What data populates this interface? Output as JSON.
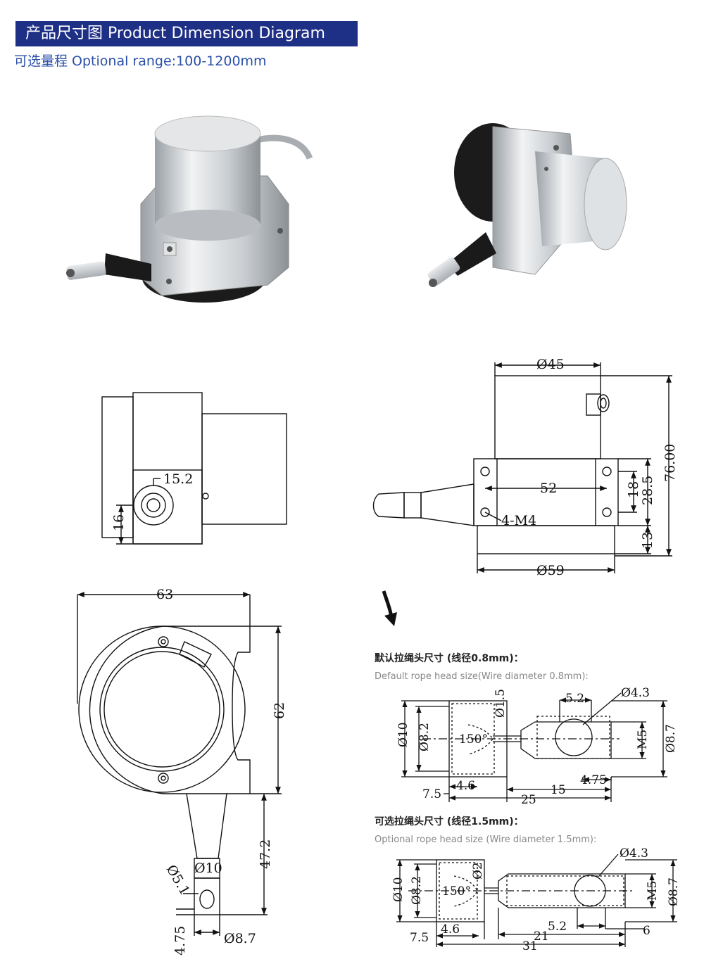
{
  "header": {
    "title": "产品尺寸图 Product Dimension Diagram",
    "range_label": "可选量程 Optional range:100-1200mm"
  },
  "colors": {
    "title_bg": "#1e2f86",
    "title_text": "#ffffff",
    "range_text": "#2a4fa8"
  },
  "side_view": {
    "dim_15_2": "15.2",
    "dim_16": "16"
  },
  "top_view": {
    "dim_45": "Ø45",
    "dim_52": "52",
    "dim_18": "18",
    "dim_28_5": "28.5",
    "dim_13": "13",
    "dim_76": "76.00",
    "dim_59": "Ø59",
    "hole_label": "4-M4"
  },
  "front_view": {
    "dim_63": "63",
    "dim_62": "62",
    "dim_47_2": "47.2",
    "dim_10": "Ø10",
    "dim_5_1": "Ø5.1",
    "dim_4_75": "4.75",
    "dim_8_7": "Ø8.7"
  },
  "default_head": {
    "title": "默认拉绳头尺寸 (线径0.8mm)：",
    "subtitle": "Default rope head size(Wire diameter 0.8mm):",
    "d10": "Ø10",
    "d8_2": "Ø8.2",
    "a150": "150°",
    "d1_5": "Ø1.5",
    "d5_2": "5.2",
    "d4_3": "Ø4.3",
    "m5": "M5",
    "d8_7": "Ø8.7",
    "d7_5": "7.5",
    "d4_6": "4.6",
    "d25": "25",
    "d15": "15",
    "d4_75": "4.75"
  },
  "optional_head": {
    "title": "可选拉绳头尺寸 (线径1.5mm)：",
    "subtitle": "Optional rope head size (Wire diameter 1.5mm):",
    "d10": "Ø10",
    "d8_2": "Ø8.2",
    "a150": "150°",
    "d2": "Ø2",
    "d4_3": "Ø4.3",
    "m5": "M5",
    "d8_7": "Ø8.7",
    "d7_5": "7.5",
    "d4_6": "4.6",
    "d21": "21",
    "d5_2": "5.2",
    "d6": "6",
    "d31": "31"
  }
}
